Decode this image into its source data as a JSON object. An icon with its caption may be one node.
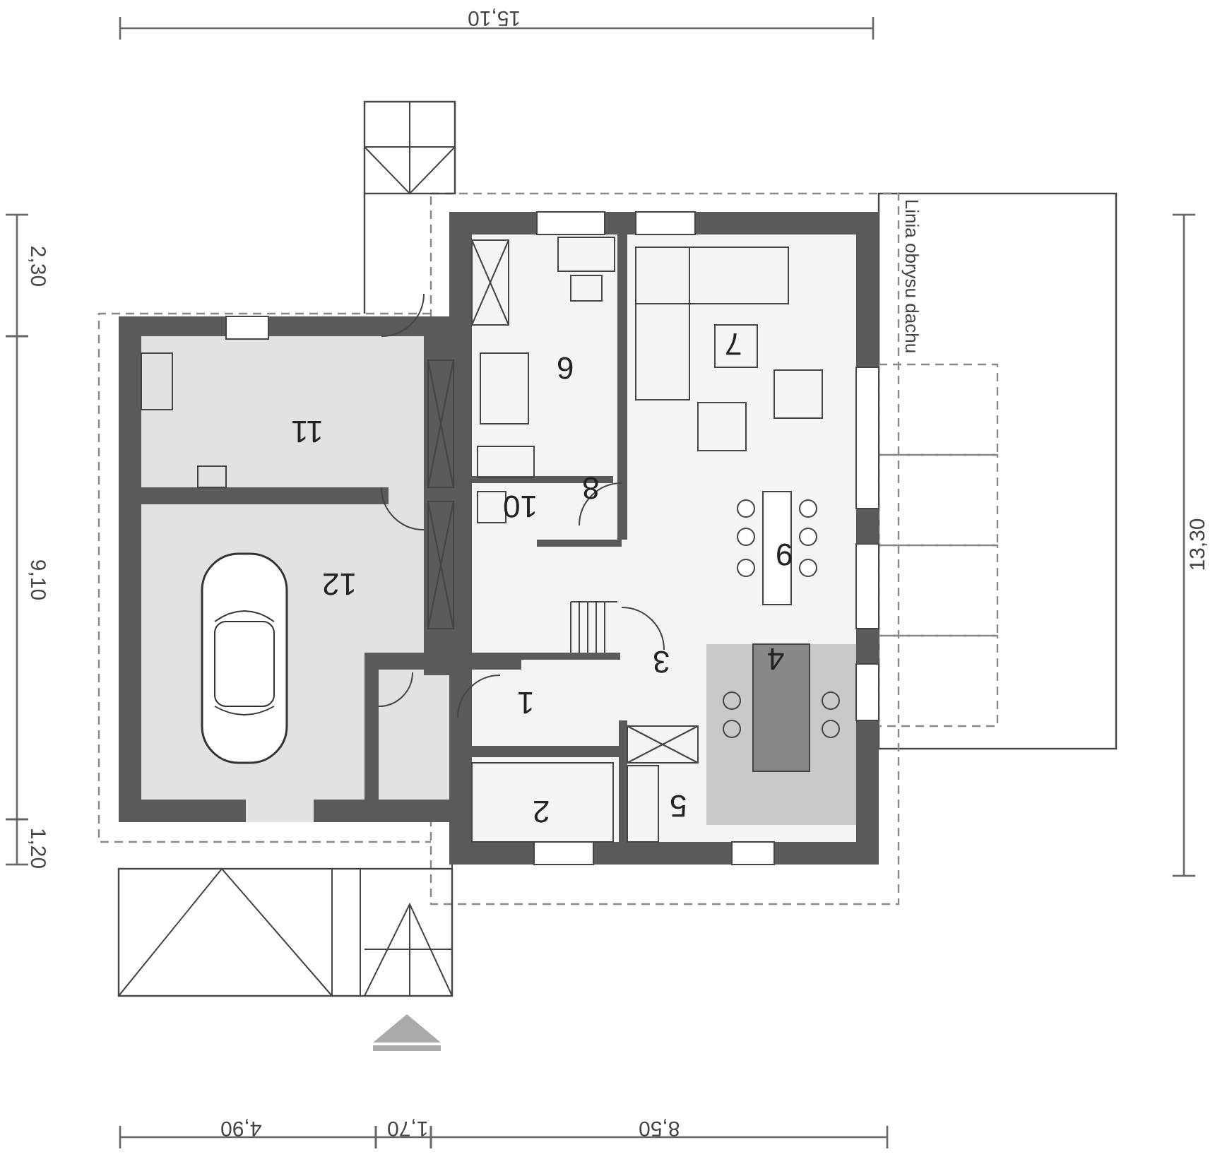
{
  "diagram": {
    "labels": [
      "15,10",
      "2,30",
      "Linia obrysu dachu",
      "6",
      "7",
      "11",
      "8",
      "10",
      "9",
      "9,10",
      "12",
      "13,30",
      "3",
      "4",
      "1",
      "2",
      "5",
      "1,20",
      "4,90",
      "1,70",
      "8,50"
    ]
  }
}
